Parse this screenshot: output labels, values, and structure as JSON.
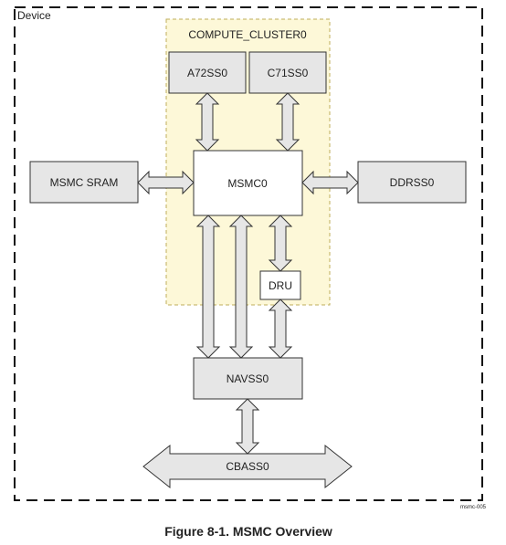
{
  "device_label": "Device",
  "cluster_label": "COMPUTE_CLUSTER0",
  "blocks": {
    "a72": "A72SS0",
    "c71": "C71SS0",
    "msmc": "MSMC0",
    "sram": "MSMC SRAM",
    "ddr": "DDRSS0",
    "dru": "DRU",
    "navss": "NAVSS0",
    "cbass": "CBASS0"
  },
  "figure_id": "msmc-005",
  "caption": "Figure 8-1. MSMC Overview",
  "colors": {
    "block_fill": "#e6e6e6",
    "cluster_fill": "#fdf8d8",
    "cluster_border": "#bfae5a",
    "outline": "#333333"
  }
}
